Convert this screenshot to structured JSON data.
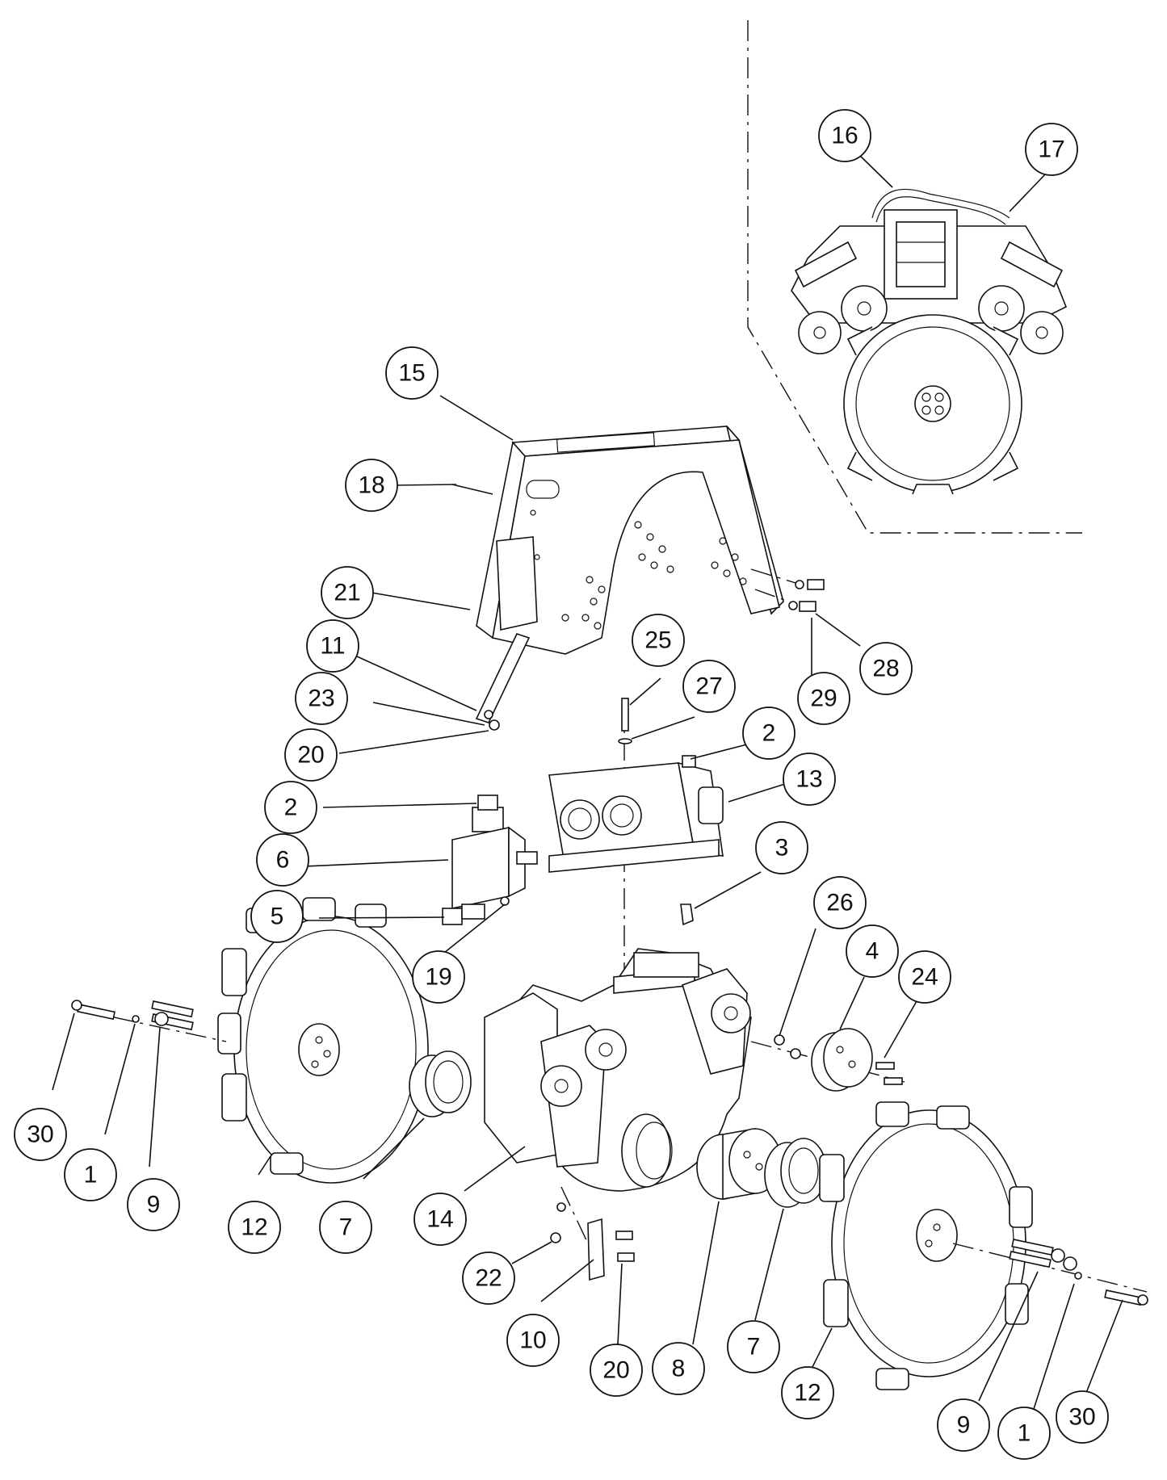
{
  "callouts": [
    {
      "id": "c15",
      "label": "15"
    },
    {
      "id": "c16",
      "label": "16"
    },
    {
      "id": "c17",
      "label": "17"
    },
    {
      "id": "c18",
      "label": "18"
    },
    {
      "id": "c21",
      "label": "21"
    },
    {
      "id": "c11",
      "label": "11"
    },
    {
      "id": "c23",
      "label": "23"
    },
    {
      "id": "c20a",
      "label": "20"
    },
    {
      "id": "c25",
      "label": "25"
    },
    {
      "id": "c27",
      "label": "27"
    },
    {
      "id": "c29",
      "label": "29"
    },
    {
      "id": "c28",
      "label": "28"
    },
    {
      "id": "c2a",
      "label": "2"
    },
    {
      "id": "c13",
      "label": "13"
    },
    {
      "id": "c2b",
      "label": "2"
    },
    {
      "id": "c6",
      "label": "6"
    },
    {
      "id": "c3",
      "label": "3"
    },
    {
      "id": "c5",
      "label": "5"
    },
    {
      "id": "c19",
      "label": "19"
    },
    {
      "id": "c26",
      "label": "26"
    },
    {
      "id": "c4",
      "label": "4"
    },
    {
      "id": "c24",
      "label": "24"
    },
    {
      "id": "c30a",
      "label": "30"
    },
    {
      "id": "c1a",
      "label": "1"
    },
    {
      "id": "c9a",
      "label": "9"
    },
    {
      "id": "c12a",
      "label": "12"
    },
    {
      "id": "c7a",
      "label": "7"
    },
    {
      "id": "c14",
      "label": "14"
    },
    {
      "id": "c22",
      "label": "22"
    },
    {
      "id": "c10",
      "label": "10"
    },
    {
      "id": "c20b",
      "label": "20"
    },
    {
      "id": "c8",
      "label": "8"
    },
    {
      "id": "c7b",
      "label": "7"
    },
    {
      "id": "c12b",
      "label": "12"
    },
    {
      "id": "c9b",
      "label": "9"
    },
    {
      "id": "c1b",
      "label": "1"
    },
    {
      "id": "c30b",
      "label": "30"
    }
  ]
}
